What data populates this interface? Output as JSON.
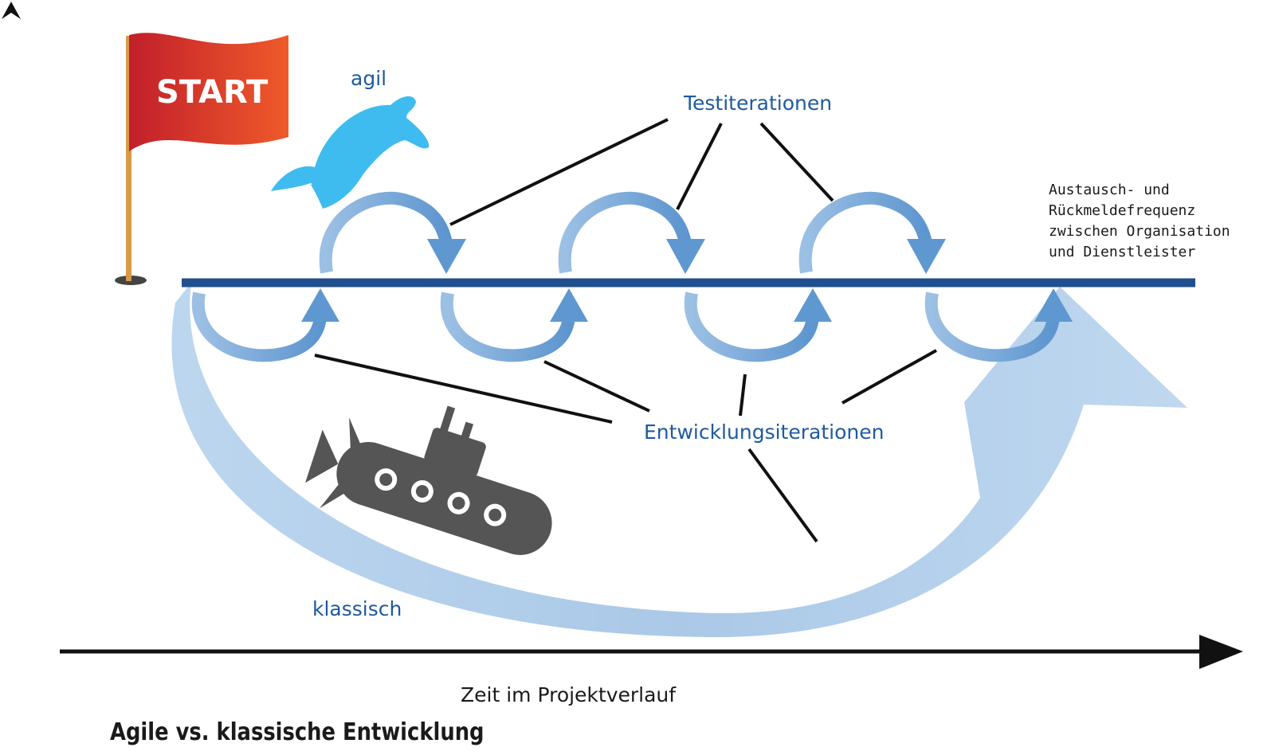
{
  "flag": {
    "label": "START"
  },
  "labels": {
    "agile": "agil",
    "test_iterations": "Testiterationen",
    "dev_iterations": "Entwicklungsiterationen",
    "classic": "klassisch"
  },
  "note": {
    "lines": [
      "Austausch- und",
      "Rückmeldefrequenz",
      "zwischen Organisation",
      "und Dienstleister"
    ]
  },
  "axis": {
    "label": "Zeit im Projektverlauf"
  },
  "caption": {
    "text": "Agile vs. klassische Entwicklung"
  },
  "colors": {
    "flag_red": "#d42a2a",
    "dolphin": "#3fbcef",
    "iteration_arrow": "#6a9fd3",
    "classic_arrow": "#a9c9e8",
    "timeline": "#1f4f8e",
    "label_blue": "#1f5aa0",
    "submarine": "#555555"
  },
  "icons": [
    "start-flag-icon",
    "dolphin-icon",
    "submarine-icon",
    "caption-marker-icon"
  ]
}
